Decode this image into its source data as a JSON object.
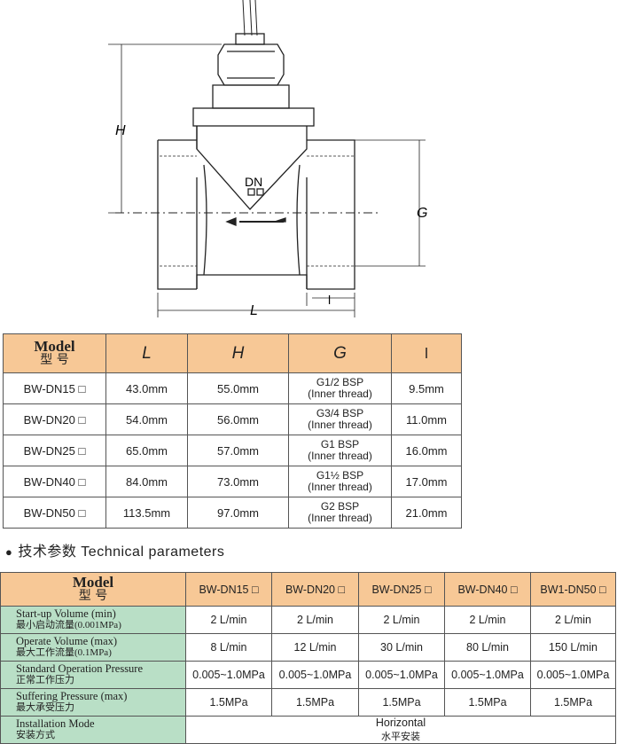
{
  "drawing": {
    "labels": {
      "H": "H",
      "G": "G",
      "L": "L",
      "l": "l",
      "DN": "DN"
    }
  },
  "dims_table": {
    "headers": {
      "model_en": "Model",
      "model_cn": "型 号",
      "L": "L",
      "H": "H",
      "G": "G",
      "l": "l"
    },
    "rows": [
      {
        "model": "BW-DN15 □",
        "L": "43.0mm",
        "H": "55.0mm",
        "G1": "G1/2 BSP",
        "G2": "(Inner thread)",
        "l": "9.5mm"
      },
      {
        "model": "BW-DN20 □",
        "L": "54.0mm",
        "H": "56.0mm",
        "G1": "G3/4 BSP",
        "G2": "(Inner thread)",
        "l": "11.0mm"
      },
      {
        "model": "BW-DN25 □",
        "L": "65.0mm",
        "H": "57.0mm",
        "G1": "G1 BSP",
        "G2": "(Inner thread)",
        "l": "16.0mm"
      },
      {
        "model": "BW-DN40 □",
        "L": "84.0mm",
        "H": "73.0mm",
        "G1": "G1½ BSP",
        "G2": "(Inner thread)",
        "l": "17.0mm"
      },
      {
        "model": "BW-DN50 □",
        "L": "113.5mm",
        "H": "97.0mm",
        "G1": "G2 BSP",
        "G2": "(Inner thread)",
        "l": "21.0mm"
      }
    ]
  },
  "section": {
    "bullet": "●",
    "title": "技术参数  Technical parameters"
  },
  "tech_table": {
    "header": {
      "model_en": "Model",
      "model_cn": "型 号",
      "models": [
        "BW-DN15 □",
        "BW-DN20 □",
        "BW-DN25 □",
        "BW-DN40 □",
        "BW1-DN50 □"
      ]
    },
    "rows": [
      {
        "en": "Start-up Volume (min)",
        "cn": "最小启动流量(0.001MPa)",
        "values": [
          "2 L/min",
          "2 L/min",
          "2 L/min",
          "2 L/min",
          "2 L/min"
        ]
      },
      {
        "en": "Operate Volume (max)",
        "cn": "最大工作流量(0.1MPa)",
        "values": [
          "8 L/min",
          "12 L/min",
          "30 L/min",
          "80 L/min",
          "150 L/min"
        ]
      },
      {
        "en": "Standard Operation Pressure",
        "cn": "正常工作压力",
        "values": [
          "0.005~1.0MPa",
          "0.005~1.0MPa",
          "0.005~1.0MPa",
          "0.005~1.0MPa",
          "0.005~1.0MPa"
        ]
      },
      {
        "en": "Suffering Pressure (max)",
        "cn": "最大承受压力",
        "values": [
          "1.5MPa",
          "1.5MPa",
          "1.5MPa",
          "1.5MPa",
          "1.5MPa"
        ]
      }
    ],
    "install": {
      "en": "Installation  Mode",
      "cn": "安装方式",
      "value_en": "Horizontal",
      "value_cn": "水平安装"
    }
  }
}
